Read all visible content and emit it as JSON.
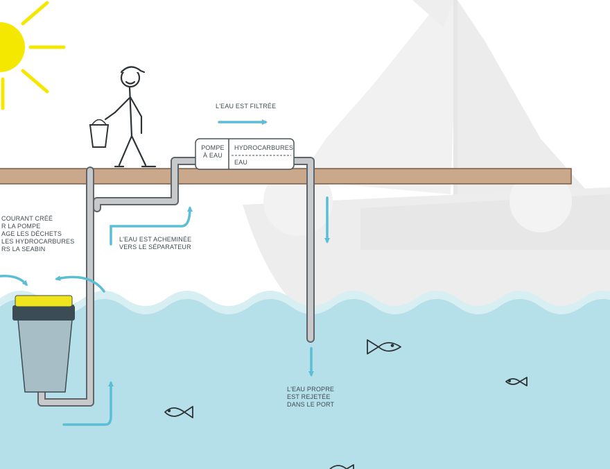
{
  "colors": {
    "sky": "#ffffff",
    "sun": "#f5e800",
    "water": "#b5e0e9",
    "water_light": "#d7eef3",
    "dock": "#c9a88c",
    "dock_edge": "#7a5c45",
    "pipe": "#c7c9cb",
    "pipe_edge": "#5f6469",
    "arrow": "#5bbdd6",
    "sailboat": "#efefef",
    "bin_body": "#a8bec6",
    "bin_rim": "#3b4c54",
    "bin_top": "#f0e51c",
    "ink": "#3f4a4f"
  },
  "icons": [
    "sun-icon",
    "fisherman-icon",
    "bucket-icon",
    "sailboat-icon",
    "fish-icon",
    "seabin-icon"
  ],
  "labels": {
    "filtered": "L'EAU EST FILTRÉE",
    "pump_line1": "POMPE",
    "pump_line2": "À EAU",
    "hydrocarbons": "HYDROCARBURES",
    "water": "EAU",
    "routed_line1": "L'EAU EST ACHEMINÉE",
    "routed_line2": "VERS LE SÉPARATEUR",
    "current_line1": "COURANT CRÉÉ",
    "current_line2": "R LA POMPE",
    "current_line3": "AGE LES DÉCHETS",
    "current_line4": "LES HYDROCARBURES",
    "current_line5": "RS LA SEABIN",
    "clean_line1": "L'EAU PROPRE",
    "clean_line2": "EST REJETÉE",
    "clean_line3": "DANS LE PORT"
  }
}
